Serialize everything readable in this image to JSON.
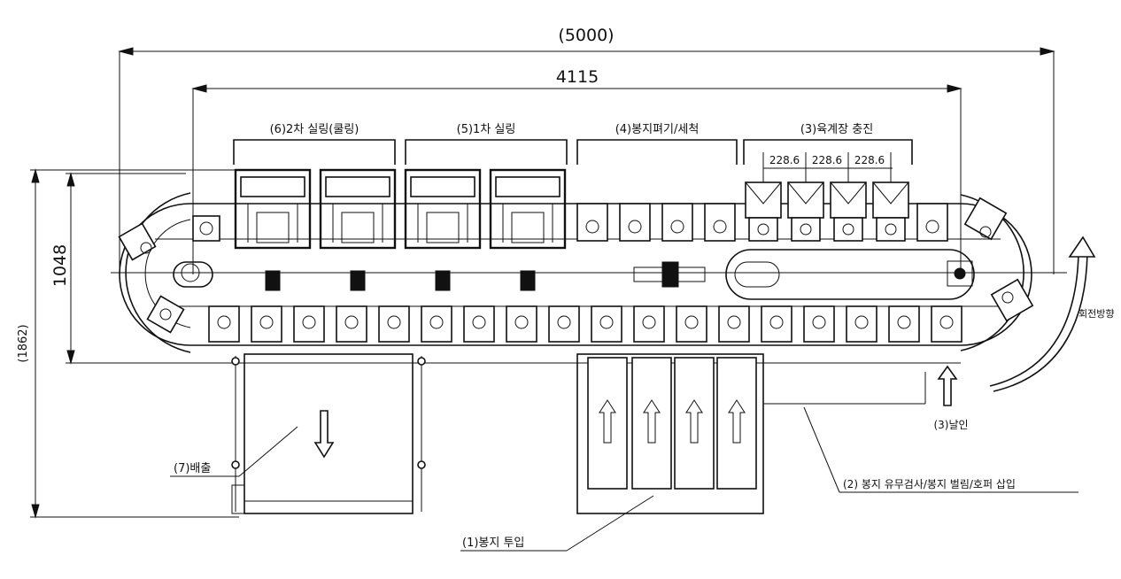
{
  "dimensions": {
    "overall_length": "(5000)",
    "pitch_length": "4115",
    "overall_width": "(1862)",
    "track_width": "1048",
    "pitch_spacing": [
      "228.6",
      "228.6",
      "228.6"
    ]
  },
  "stations": {
    "s6": "(6)2차 실링(쿨링)",
    "s5": "(5)1차 실링",
    "s4": "(4)봉지펴기/세척",
    "s3": "(3)육계장 충진"
  },
  "callouts": {
    "c1": "(1)봉지 투입",
    "c2": "(2) 봉지 유무검사/봉지 벌림/호퍼 삽입",
    "c3": "(3)날인",
    "c7": "(7)배출",
    "rotation": "회전방향"
  }
}
